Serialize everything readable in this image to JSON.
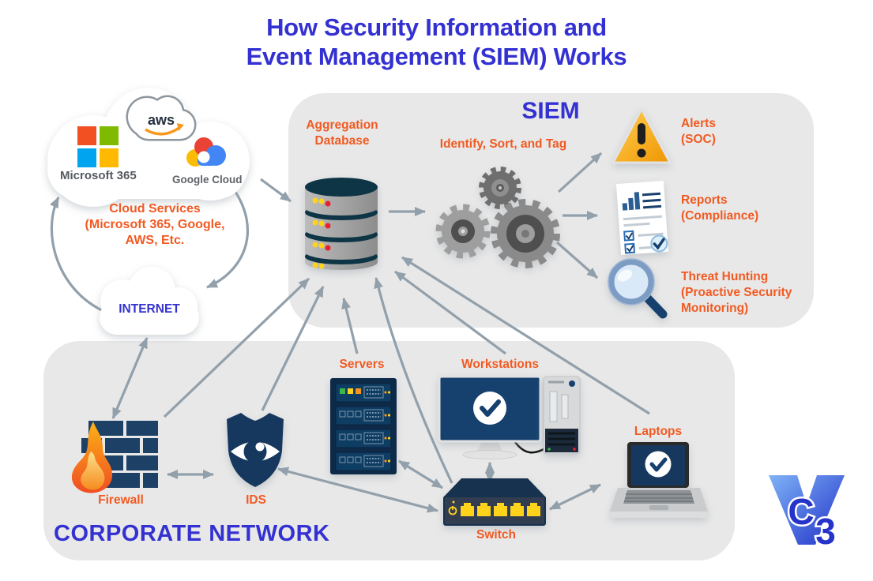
{
  "title": {
    "line1": "How Security Information and",
    "line2": "Event Management (SIEM) Works"
  },
  "cloud_services": {
    "label": [
      "Cloud Services",
      "(Microsoft 365, Google,",
      "AWS, Etc."
    ],
    "microsoft_label": "Microsoft 365",
    "aws_label": "aws",
    "google_label": "Google Cloud"
  },
  "internet": {
    "label": "INTERNET"
  },
  "siem": {
    "heading": "SIEM",
    "aggregation_database": {
      "label": [
        "Aggregation",
        "Database"
      ]
    },
    "identify_sort_tag": {
      "label": "Identify, Sort, and Tag"
    },
    "alerts": {
      "label": [
        "Alerts",
        "(SOC)"
      ]
    },
    "reports": {
      "label": [
        "Reports",
        "(Compliance)"
      ]
    },
    "threat_hunting": {
      "label": [
        "Threat Hunting",
        "(Proactive Security",
        "Monitoring)"
      ]
    }
  },
  "corporate_network": {
    "heading": "CORPORATE NETWORK",
    "firewall": {
      "label": "Firewall"
    },
    "ids": {
      "label": "IDS"
    },
    "servers": {
      "label": "Servers"
    },
    "workstations": {
      "label": "Workstations"
    },
    "laptops": {
      "label": "Laptops"
    },
    "switch": {
      "label": "Switch"
    }
  },
  "logo": {
    "c": "C",
    "three": "3"
  },
  "colors": {
    "heading_blue": "#3431d2",
    "label_orange": "#f15a22",
    "arrow_gray": "#92a0ab",
    "panel_gray": "#e8e8e8",
    "icon_navy": "#17395e"
  }
}
